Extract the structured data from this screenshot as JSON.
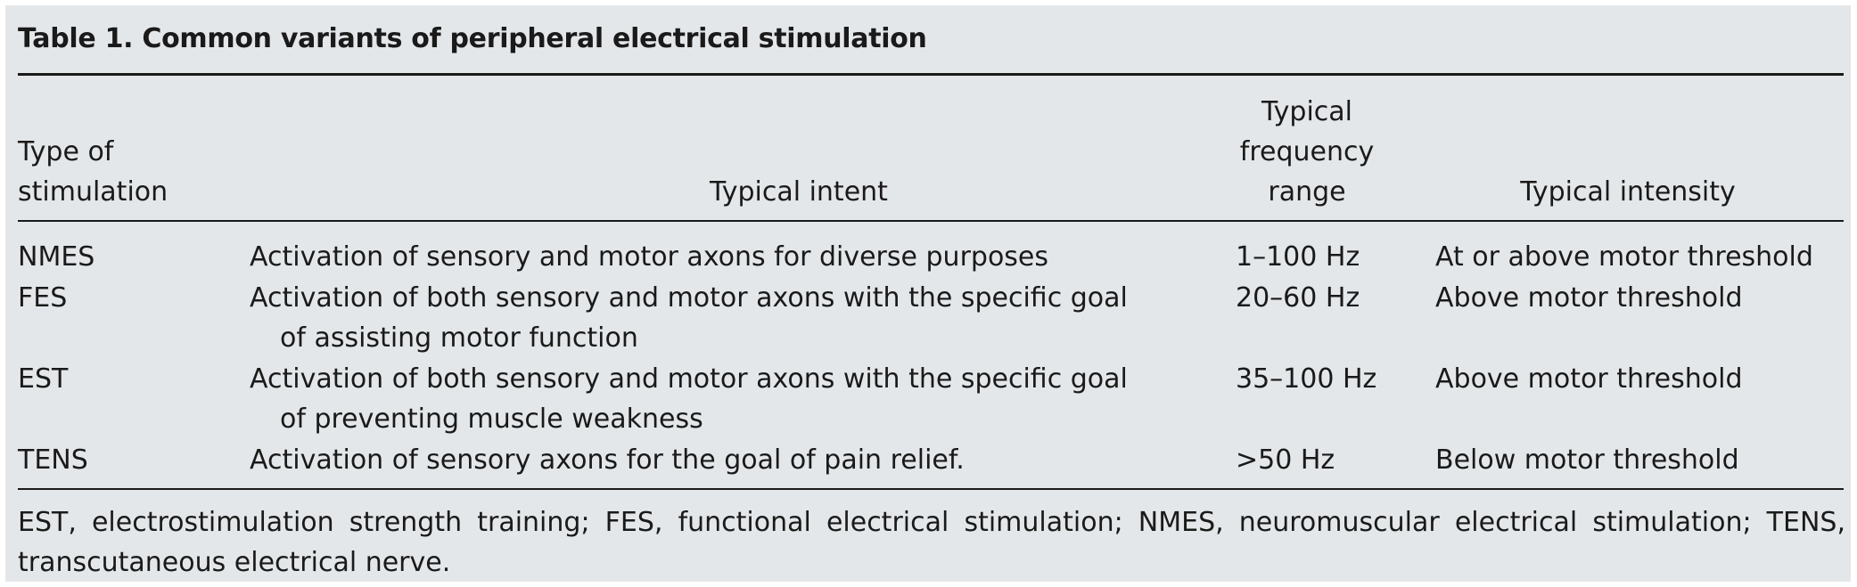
{
  "table": {
    "title": "Table 1.  Common variants of peripheral electrical stimulation",
    "headers": {
      "type": [
        "Type of",
        "stimulation"
      ],
      "intent": "Typical intent",
      "frequency": [
        "Typical",
        "frequency",
        "range"
      ],
      "intensity": "Typical intensity"
    },
    "rows": [
      {
        "type": "NMES",
        "intent": [
          "Activation of sensory and motor axons for diverse purposes"
        ],
        "frequency": "1–100 Hz",
        "intensity": "At or above motor threshold"
      },
      {
        "type": "FES",
        "intent": [
          "Activation of both sensory and motor axons with the specific goal",
          "of assisting motor function"
        ],
        "frequency": "20–60 Hz",
        "intensity": "Above motor threshold"
      },
      {
        "type": "EST",
        "intent": [
          "Activation of both sensory and motor axons with the specific goal",
          "of preventing muscle weakness"
        ],
        "frequency": "35–100 Hz",
        "intensity": "Above motor threshold"
      },
      {
        "type": "TENS",
        "intent": [
          "Activation of sensory axons for the goal of pain relief."
        ],
        "frequency": ">50 Hz",
        "intensity": "Below motor threshold"
      }
    ],
    "footnote": "EST, electrostimulation strength training; FES, functional electrical stimulation; NMES, neuromuscular electrical stimulation; TENS, transcutaneous electrical nerve."
  },
  "colors": {
    "panel_background": "#e4e7e9",
    "text": "#1a1a1a",
    "rules": "#1a1a1a"
  }
}
